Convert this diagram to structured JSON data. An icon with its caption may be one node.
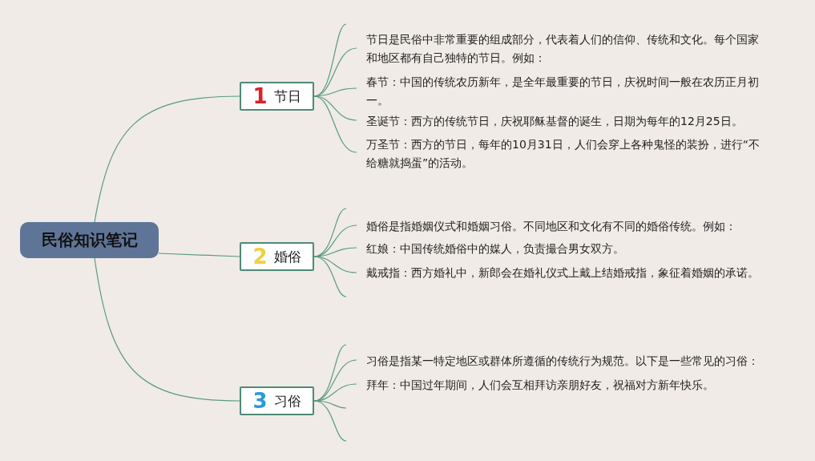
{
  "diagram": {
    "nodes": [
      {
        "text": [
          "民俗知识笔记"
        ]
      },
      {
        "text": [
          "1",
          "节日"
        ]
      },
      {
        "text": [
          "节日是民俗中非常重要的组成部分，代表着人们的信仰、传统和文化。每个国家和地区都有自己独特的节日。例如："
        ]
      },
      {
        "text": [
          "春节：中国的传统农历新年，是全年最重要的节日，庆祝时间一般在农历正月初一。"
        ]
      },
      {
        "text": [
          "圣诞节：西方的传统节日，庆祝耶稣基督的诞生，日期为每年的12月25日。"
        ]
      },
      {
        "text": [
          "万圣节：西方的节日，每年的10月31日，人们会穿上各种鬼怪的装扮，进行“不给糖就捣蛋”的活动。"
        ]
      },
      {
        "text": [
          "2",
          "婚俗"
        ]
      },
      {
        "text": [
          "婚俗是指婚姻仪式和婚姻习俗。不同地区和文化有不同的婚俗传统。例如："
        ]
      },
      {
        "text": [
          "红娘：中国传统婚俗中的媒人，负责撮合男女双方。"
        ]
      },
      {
        "text": [
          "戴戒指：西方婚礼中，新郎会在婚礼仪式上戴上结婚戒指，象征着婚姻的承诺。"
        ]
      },
      {
        "text": [
          "3",
          "习俗"
        ]
      },
      {
        "text": [
          "习俗是指某一特定地区或群体所遵循的传统行为规范。以下是一些常见的习俗："
        ]
      },
      {
        "text": [
          "拜年：中国过年期间，人们会互相拜访亲朋好友，祝福对方新年快乐。"
        ]
      }
    ],
    "edges": [
      {
        "from": 0,
        "to": 1,
        "arrow": "none"
      },
      {
        "from": 0,
        "to": 6,
        "arrow": "none"
      },
      {
        "from": 0,
        "to": 10,
        "arrow": "none"
      },
      {
        "from": 1,
        "to": null,
        "arrow": "none"
      },
      {
        "from": 1,
        "to": 2,
        "arrow": "none"
      },
      {
        "from": 1,
        "to": 3,
        "arrow": "none"
      },
      {
        "from": 1,
        "to": 4,
        "arrow": "none"
      },
      {
        "from": 1,
        "to": 5,
        "arrow": "none"
      },
      {
        "from": 6,
        "to": null,
        "arrow": "none"
      },
      {
        "from": 6,
        "to": 7,
        "arrow": "none"
      },
      {
        "from": 6,
        "to": 8,
        "arrow": "none"
      },
      {
        "from": 6,
        "to": 9,
        "arrow": "none"
      },
      {
        "from": 6,
        "to": null,
        "arrow": "none"
      },
      {
        "from": 10,
        "to": null,
        "arrow": "none"
      },
      {
        "from": 10,
        "to": 11,
        "arrow": "none"
      },
      {
        "from": 10,
        "to": 12,
        "arrow": "none"
      },
      {
        "from": 10,
        "to": null,
        "arrow": "none"
      },
      {
        "from": 10,
        "to": null,
        "arrow": "none"
      }
    ]
  }
}
